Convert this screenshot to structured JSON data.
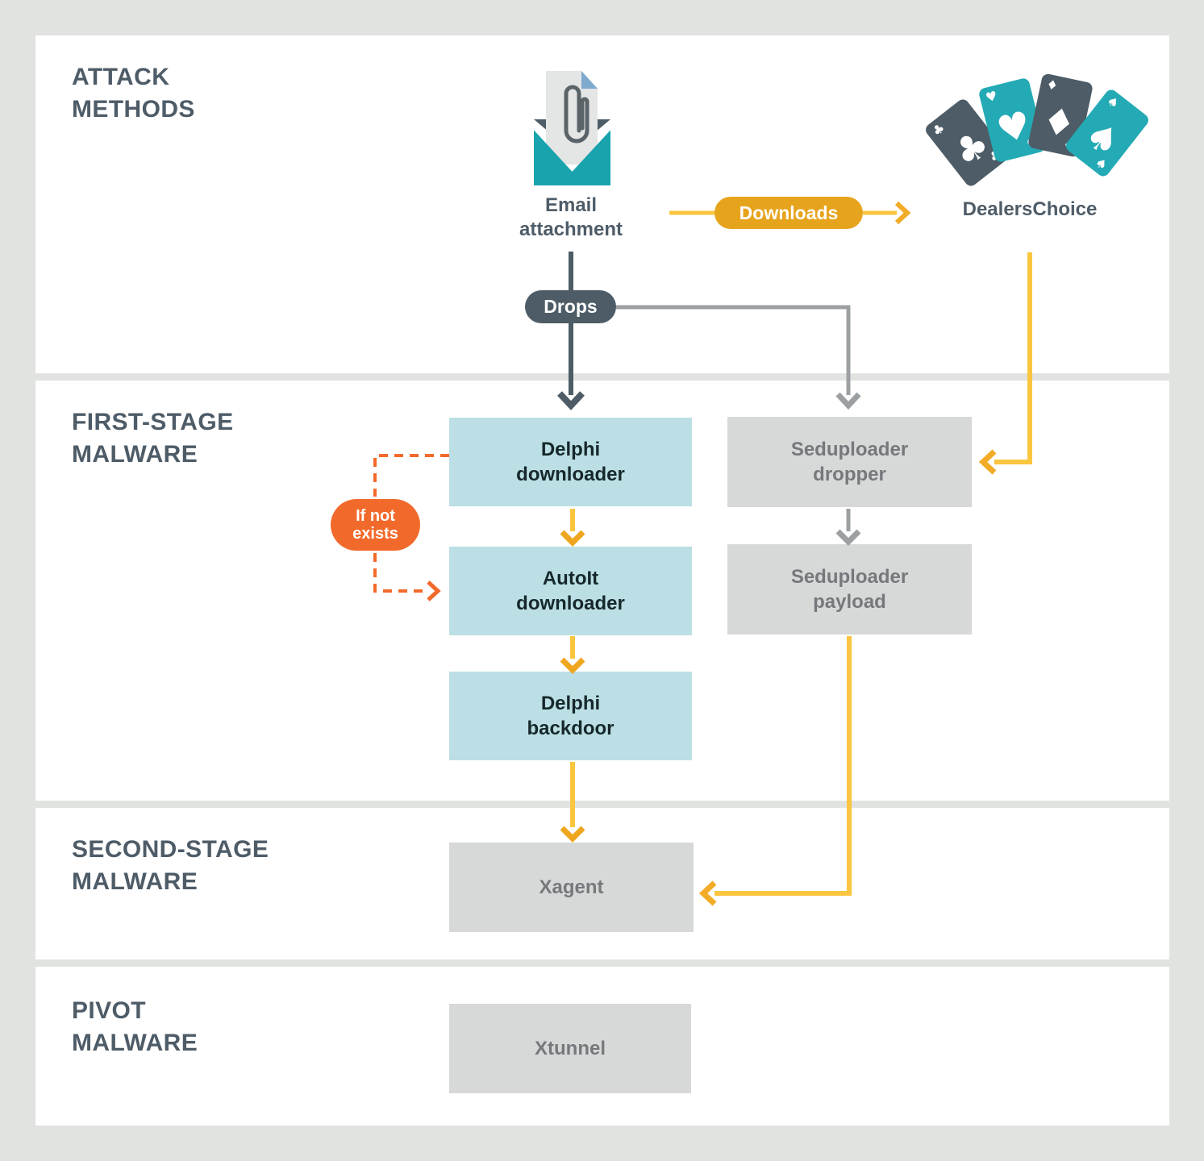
{
  "sections": {
    "attack_methods": {
      "line1": "ATTACK",
      "line2": "METHODS"
    },
    "first_stage": {
      "line1": "FIRST-STAGE",
      "line2": "MALWARE"
    },
    "second_stage": {
      "line1": "SECOND-STAGE",
      "line2": "MALWARE"
    },
    "pivot": {
      "line1": "PIVOT",
      "line2": "MALWARE"
    }
  },
  "attack_methods": {
    "email_attachment": {
      "line1": "Email",
      "line2": "attachment",
      "icon": "envelope-with-paperclip"
    },
    "dealerschoice": {
      "label": "DealersChoice",
      "icon": "fanned-playing-cards"
    }
  },
  "connector_labels": {
    "downloads": "Downloads",
    "drops": "Drops",
    "if_not_exists": {
      "line1": "If not",
      "line2": "exists"
    }
  },
  "nodes": {
    "delphi_downloader": {
      "line1": "Delphi",
      "line2": "downloader"
    },
    "autoit_downloader": {
      "line1": "AutoIt",
      "line2": "downloader"
    },
    "delphi_backdoor": {
      "line1": "Delphi",
      "line2": "backdoor"
    },
    "seduploader_dropper": {
      "line1": "Seduploader",
      "line2": "dropper"
    },
    "seduploader_payload": {
      "line1": "Seduploader",
      "line2": "payload"
    },
    "xagent": {
      "label": "Xagent"
    },
    "xtunnel": {
      "label": "Xtunnel"
    }
  },
  "icons": {
    "card_suits": [
      "♣",
      "♥",
      "♦",
      "♠"
    ]
  },
  "colors": {
    "page_background": "#E1E3E0",
    "band_background": "#FFFFFF",
    "title_slate": "#4E5C68",
    "dark_slate": "#4D5C66",
    "teal_node_fill": "#BBDFE4",
    "teal_node_text": "#16282C",
    "gray_node_fill": "#D7D9D9",
    "gray_node_text": "#75797C",
    "yellow_line": "#FAC53F",
    "yellow_pill": "#E6A41D",
    "yellow_arrowhead": "#EFA61F",
    "orange_pill": "#F26A2B",
    "gray_line": "#9DA0A2",
    "envelope_teal": "#18A3AD",
    "card_teal": "#23AAB5",
    "doc_fold_blue": "#7FA9CD"
  }
}
